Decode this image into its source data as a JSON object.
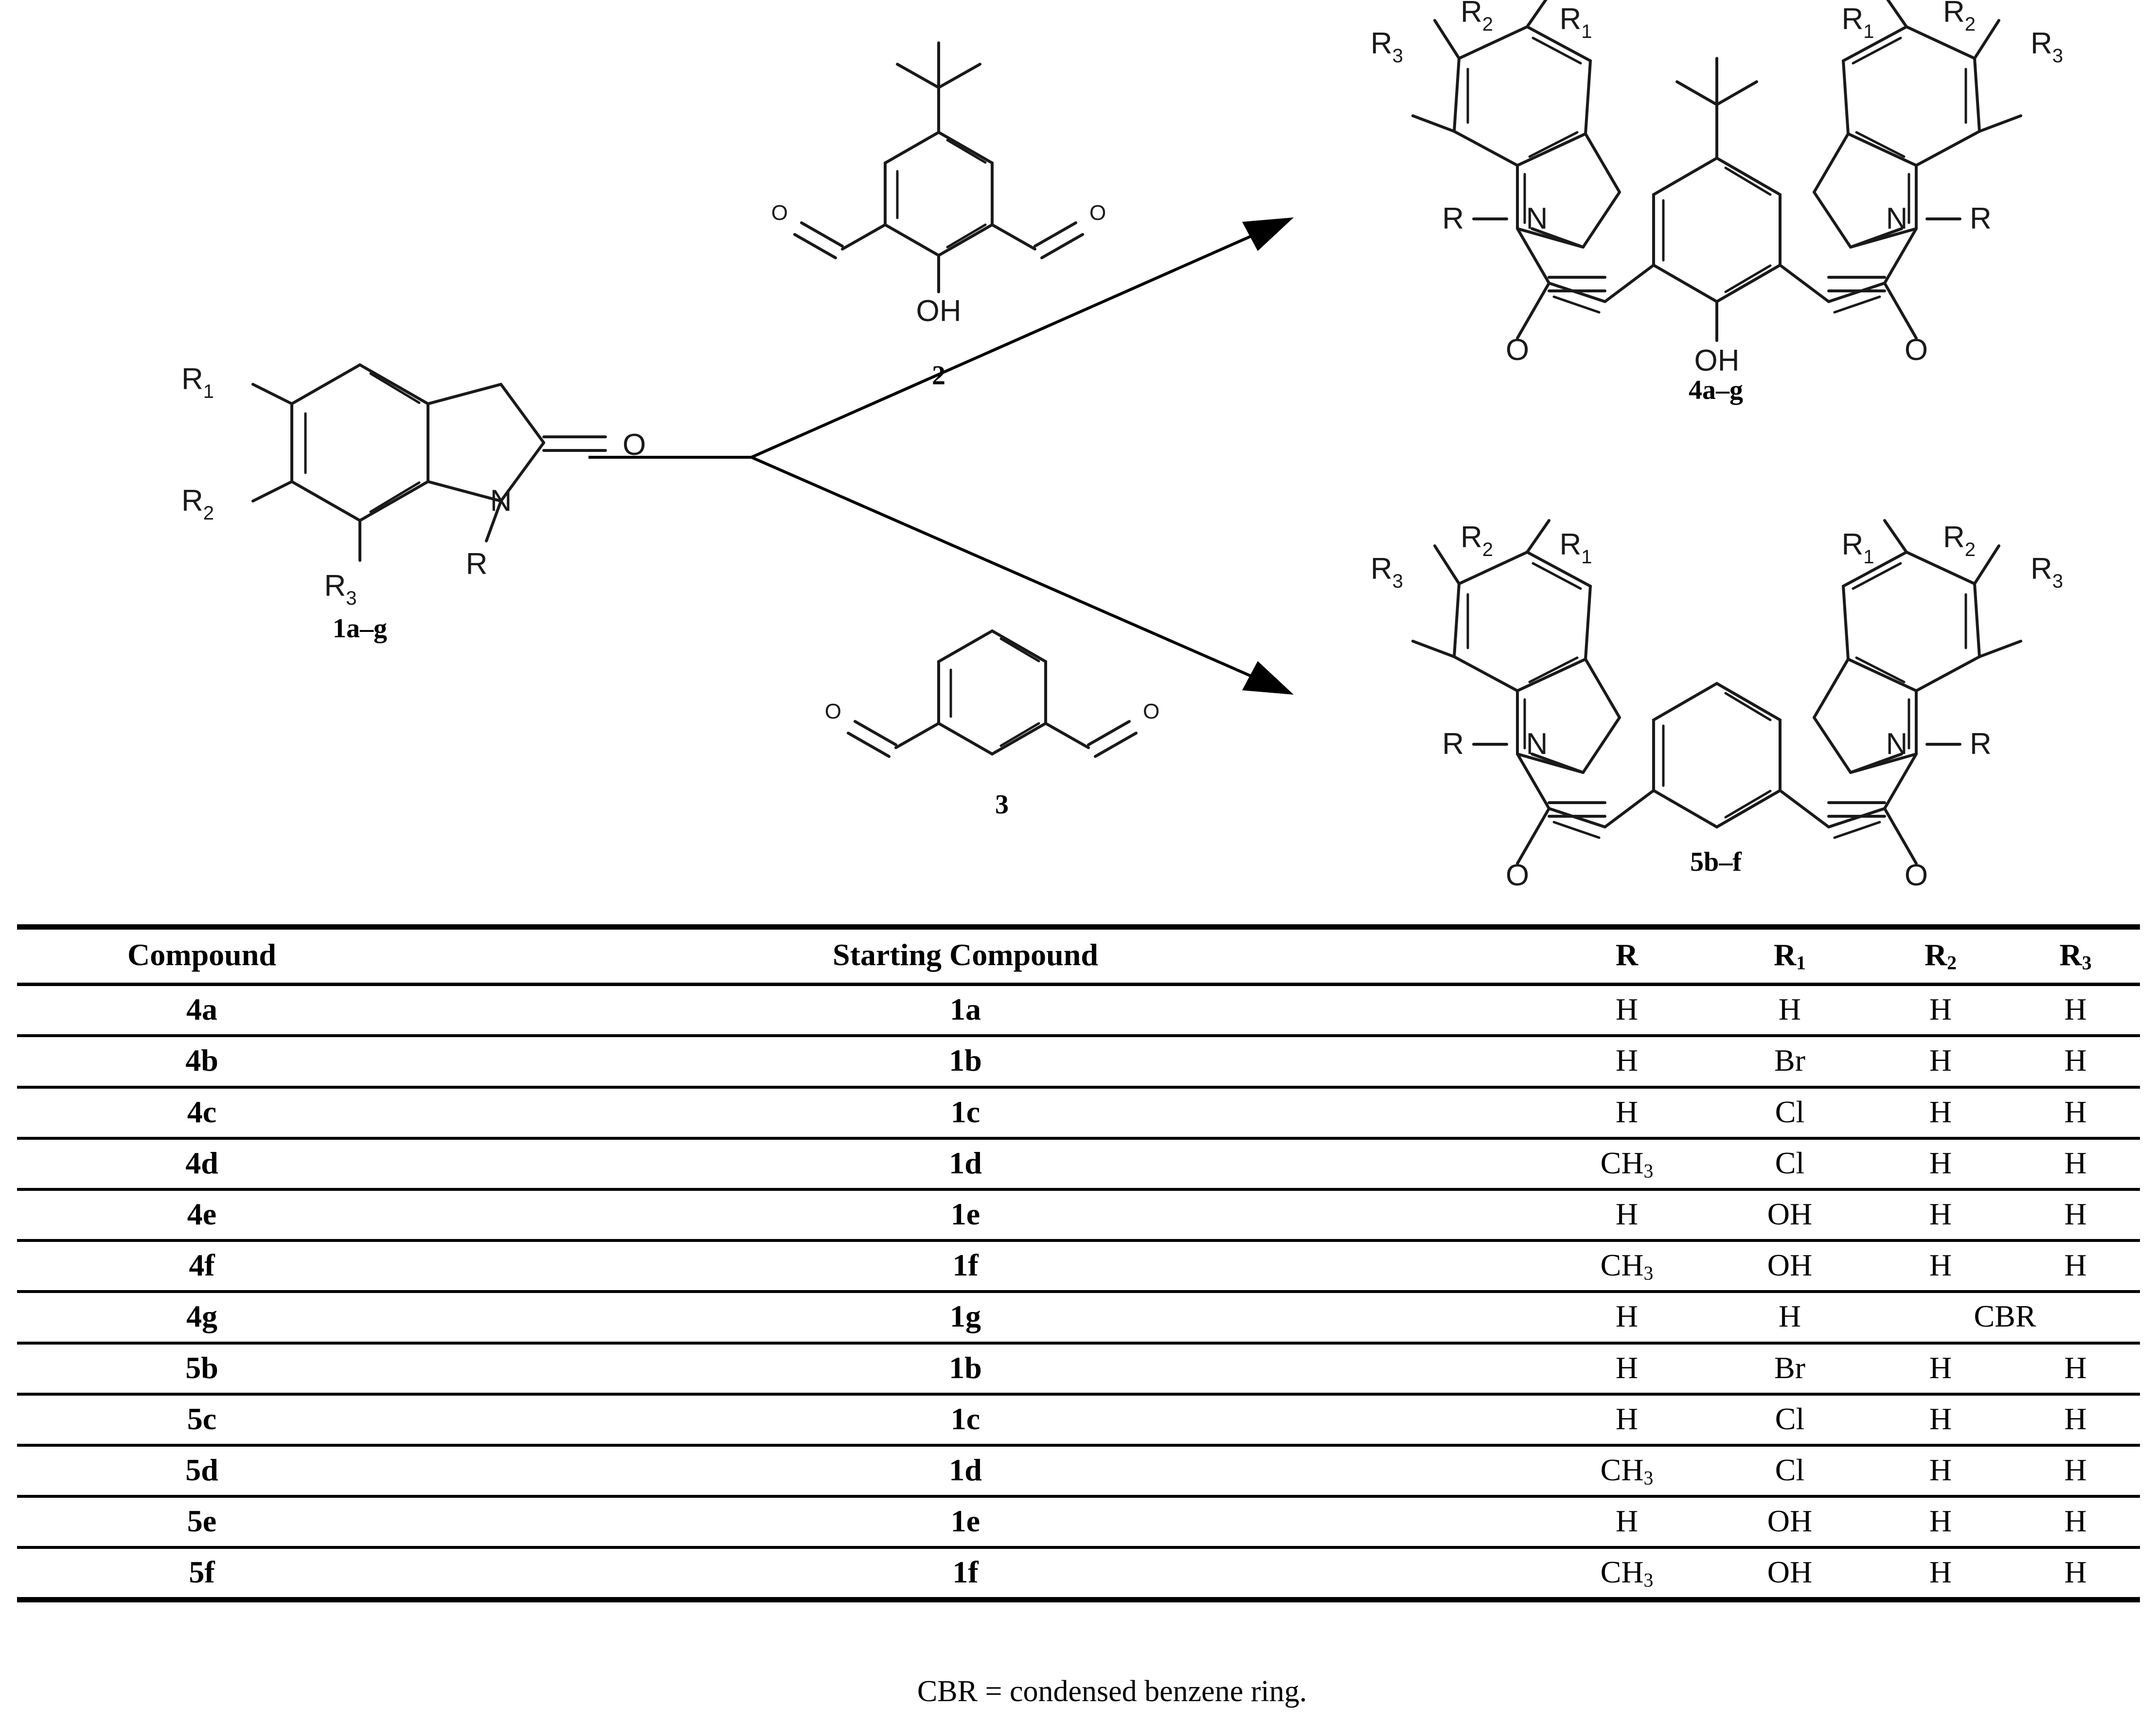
{
  "scheme": {
    "reactant": {
      "label": "1a–g",
      "atoms": {
        "r1": "R",
        "r1sub": "1",
        "r2": "R",
        "r2sub": "2",
        "r3": "R",
        "r3sub": "3",
        "n": "N",
        "r": "R",
        "o": "O"
      }
    },
    "reagent_top": {
      "label": "2",
      "atoms": {
        "o_left": "O",
        "o_right": "O",
        "oh": "OH"
      }
    },
    "reagent_bottom": {
      "label": "3",
      "atoms": {
        "o_left": "O",
        "o_right": "O"
      }
    },
    "product_top": {
      "label": "4a–g",
      "atoms": {
        "r1": "R",
        "r2": "R",
        "r3": "R",
        "n": "N",
        "r": "R",
        "o": "O",
        "oh": "OH"
      }
    },
    "product_bottom": {
      "label": "5b–f",
      "atoms": {
        "r1": "R",
        "r2": "R",
        "r3": "R",
        "n": "N",
        "r": "R",
        "o": "O"
      }
    }
  },
  "table": {
    "headers": [
      {
        "label": "Compound",
        "sub": ""
      },
      {
        "label": "Starting Compound",
        "sub": ""
      },
      {
        "label": "R",
        "sub": ""
      },
      {
        "label": "R",
        "sub": "1"
      },
      {
        "label": "R",
        "sub": "2"
      },
      {
        "label": "R",
        "sub": "3"
      }
    ],
    "rows": [
      {
        "compound": "4a",
        "starting": "1a",
        "r": "H",
        "r1": "H",
        "r2": "H",
        "r3": "H",
        "span": false
      },
      {
        "compound": "4b",
        "starting": "1b",
        "r": "H",
        "r1": "Br",
        "r2": "H",
        "r3": "H",
        "span": false
      },
      {
        "compound": "4c",
        "starting": "1c",
        "r": "H",
        "r1": "Cl",
        "r2": "H",
        "r3": "H",
        "span": false
      },
      {
        "compound": "4d",
        "starting": "1d",
        "r": "CH3",
        "r1": "Cl",
        "r2": "H",
        "r3": "H",
        "span": false
      },
      {
        "compound": "4e",
        "starting": "1e",
        "r": "H",
        "r1": "OH",
        "r2": "H",
        "r3": "H",
        "span": false
      },
      {
        "compound": "4f",
        "starting": "1f",
        "r": "CH3",
        "r1": "OH",
        "r2": "H",
        "r3": "H",
        "span": false
      },
      {
        "compound": "4g",
        "starting": "1g",
        "r": "H",
        "r1": "H",
        "r2": "CBR",
        "r3": "",
        "span": true
      },
      {
        "compound": "5b",
        "starting": "1b",
        "r": "H",
        "r1": "Br",
        "r2": "H",
        "r3": "H",
        "span": false
      },
      {
        "compound": "5c",
        "starting": "1c",
        "r": "H",
        "r1": "Cl",
        "r2": "H",
        "r3": "H",
        "span": false
      },
      {
        "compound": "5d",
        "starting": "1d",
        "r": "CH3",
        "r1": "Cl",
        "r2": "H",
        "r3": "H",
        "span": false
      },
      {
        "compound": "5e",
        "starting": "1e",
        "r": "H",
        "r1": "OH",
        "r2": "H",
        "r3": "H",
        "span": false
      },
      {
        "compound": "5f",
        "starting": "1f",
        "r": "CH3",
        "r1": "OH",
        "r2": "H",
        "r3": "H",
        "span": false
      }
    ],
    "footnote": "CBR = condensed benzene ring."
  }
}
